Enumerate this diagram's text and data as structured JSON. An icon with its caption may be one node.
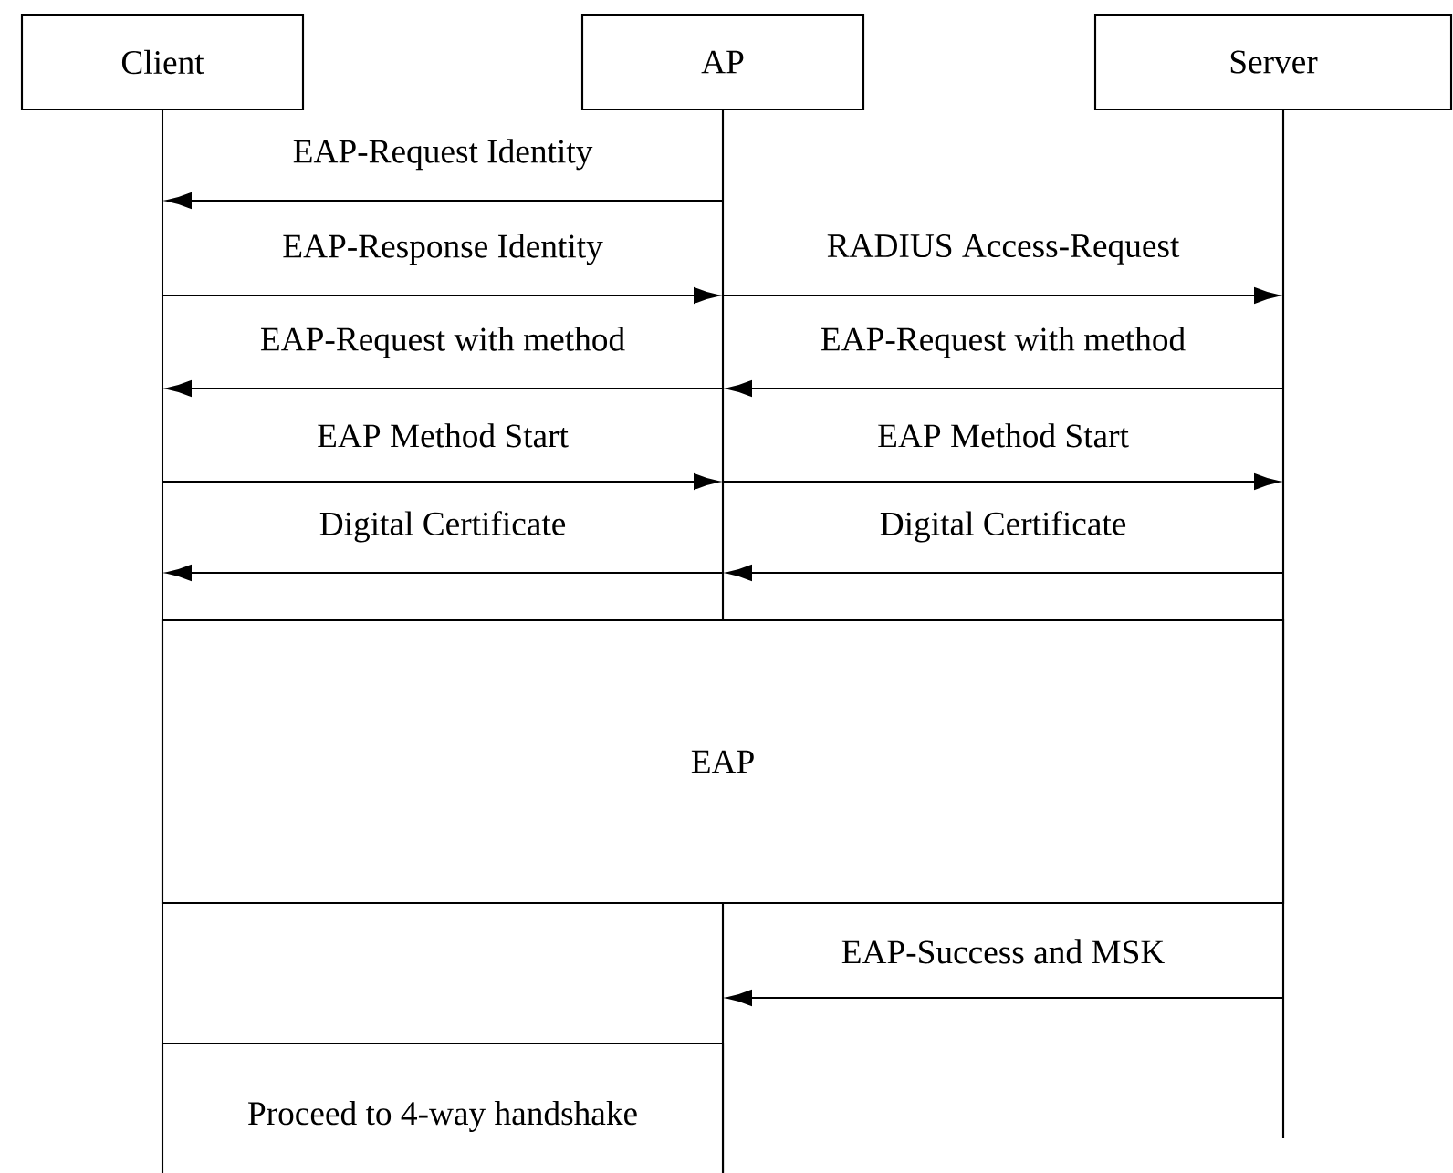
{
  "diagram": {
    "nodes": [
      {
        "text": [
          "Client"
        ]
      },
      {
        "text": [
          "AP"
        ]
      },
      {
        "text": [
          "Server"
        ]
      },
      {
        "text": [
          "EAP"
        ]
      },
      {
        "text": [
          "Proceed to 4-way handshake"
        ]
      },
      {
        "text": [],
        "shape": "line"
      },
      {
        "text": [],
        "shape": "line"
      },
      {
        "text": [],
        "shape": "line"
      },
      {
        "text": [],
        "shape": "line"
      }
    ],
    "edges": [
      {
        "from": 6,
        "to": 5,
        "arrow": "to",
        "label": "EAP-Request Identity"
      },
      {
        "from": 5,
        "to": 6,
        "arrow": "to",
        "label": "EAP-Response Identity"
      },
      {
        "from": 6,
        "to": 7,
        "arrow": "to",
        "label": "RADIUS Access-Request"
      },
      {
        "from": 6,
        "to": 5,
        "arrow": "to",
        "label": "EAP-Request with method"
      },
      {
        "from": 7,
        "to": 6,
        "arrow": "to",
        "label": "EAP-Request with method"
      },
      {
        "from": 5,
        "to": 6,
        "arrow": "to",
        "label": "EAP Method Start"
      },
      {
        "from": 6,
        "to": 7,
        "arrow": "to",
        "label": "EAP Method Start"
      },
      {
        "from": 6,
        "to": 5,
        "arrow": "to",
        "label": "Digital Certificate"
      },
      {
        "from": 7,
        "to": 6,
        "arrow": "to",
        "label": "Digital Certificate"
      },
      {
        "from": 7,
        "to": 8,
        "arrow": "to",
        "label": "EAP-Success and MSK"
      }
    ]
  }
}
